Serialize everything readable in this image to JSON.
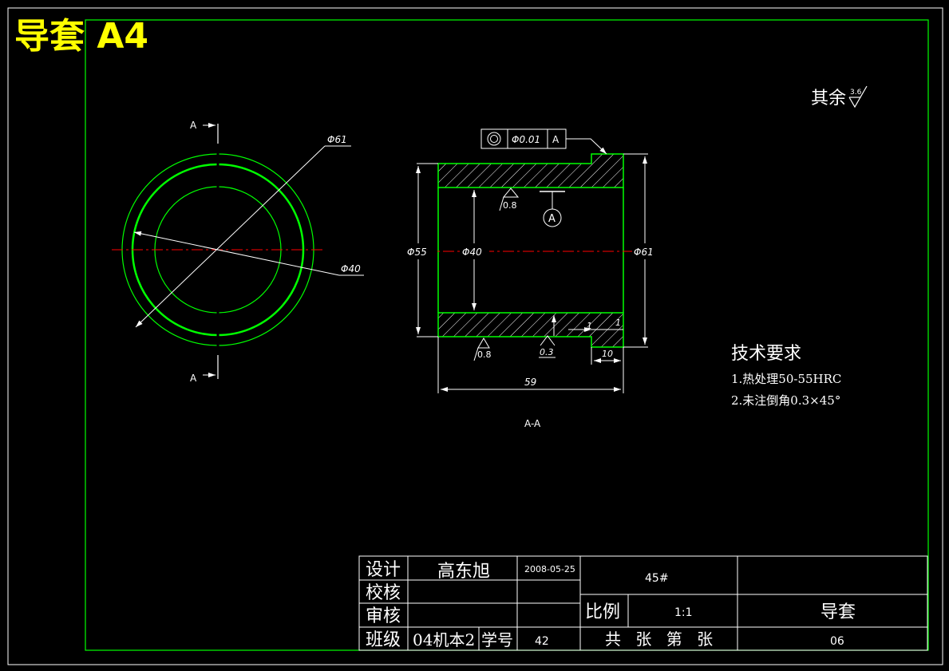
{
  "header": {
    "title": "导套 A4",
    "title_color": "#ffff00"
  },
  "colors": {
    "frame": "#00ff00",
    "part": "#00ff00",
    "dim": "#ffffff",
    "center": "#ff0000",
    "background": "#000000"
  },
  "surface_note": {
    "label": "其余",
    "roughness": "3.6"
  },
  "left_view": {
    "section_mark_top": "A",
    "section_mark_bottom": "A",
    "dim_outer": "Φ61",
    "dim_inner": "Φ40"
  },
  "section_view": {
    "gdt": {
      "symbol": "◎",
      "tolerance": "Φ0.01",
      "datum": "A"
    },
    "datum_label": "A",
    "dim_d55": "Φ55",
    "dim_d40": "Φ40",
    "dim_d61": "Φ61",
    "rough_top": "0.8",
    "rough_bottom": "0.8",
    "rough_face": "0.3",
    "dim_length": "59",
    "dim_flange": "10",
    "dim_chamfer_a": "1",
    "dim_chamfer_b": "1",
    "caption": "A-A"
  },
  "tech_requirements": {
    "title": "技术要求",
    "items": [
      "1.热处理50-55HRC",
      "2.未注倒角0.3×45°"
    ]
  },
  "title_block": {
    "design_label": "设计",
    "designer": "高东旭",
    "date": "2008-05-25",
    "check_label": "校核",
    "review_label": "审核",
    "class_label": "班级",
    "class_value": "04机本2",
    "student_no_label": "学号",
    "student_no": "42",
    "material": "45#",
    "scale_label": "比例",
    "scale": "1:1",
    "part_name": "导套",
    "sheets": "共 张 第 张",
    "drawing_no": "06"
  }
}
